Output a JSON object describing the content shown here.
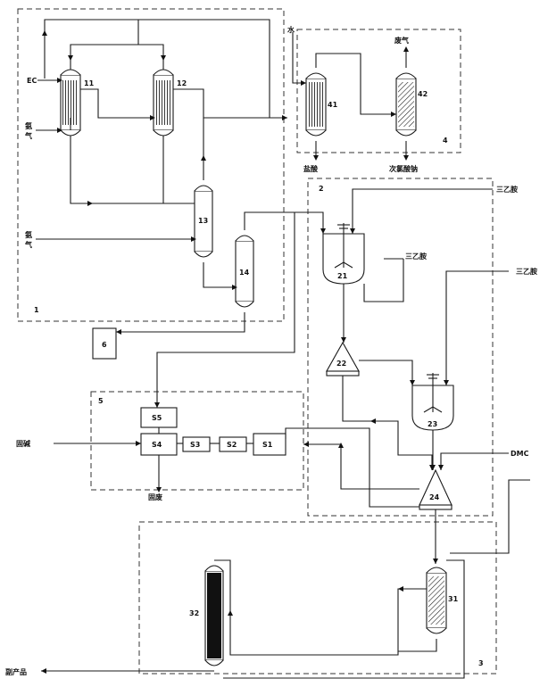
{
  "regions": {
    "r1": "1",
    "r2": "2",
    "r3": "3",
    "r4": "4",
    "r5": "5"
  },
  "equipment": {
    "u11": "11",
    "u12": "12",
    "u13": "13",
    "u14": "14",
    "u21": "21",
    "u22": "22",
    "u23": "23",
    "u24": "24",
    "u31": "31",
    "u32": "32",
    "u41": "41",
    "u42": "42",
    "u51": "S1",
    "u52": "S2",
    "u53": "S3",
    "u54": "S4",
    "u55": "S5",
    "u6": "6"
  },
  "streams": {
    "ec": "EC",
    "ammonia_1a": "氨",
    "ammonia_1b": "气",
    "ammonia_2a": "氨",
    "ammonia_2b": "气",
    "water": "水",
    "waste_gas": "废气",
    "hcl": "盐酸",
    "hypochlorite": "次氯酸钠",
    "tea_1": "三乙胺",
    "tea_2": "三乙胺",
    "tea_3": "三乙胺",
    "dmc": "DMC",
    "solid_alkali": "固碱",
    "solid_waste": "固废",
    "byproduct": "副产品"
  }
}
